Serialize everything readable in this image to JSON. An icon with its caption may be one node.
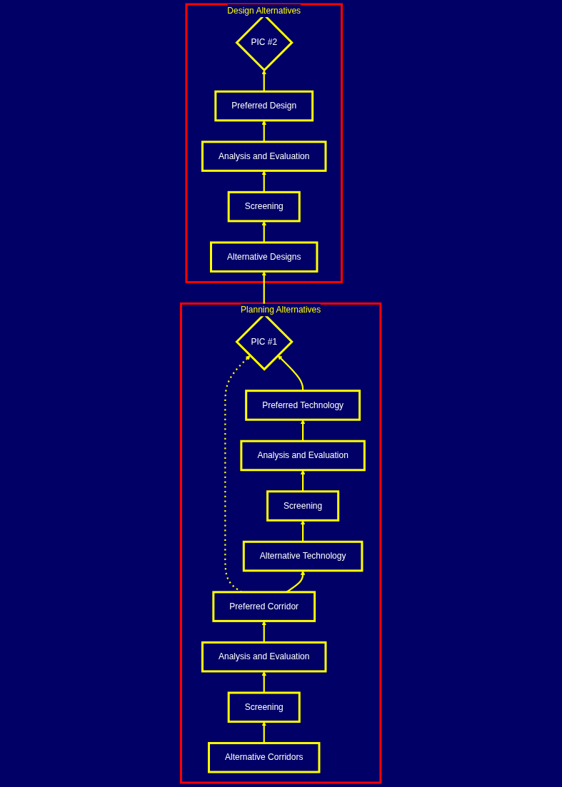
{
  "diagram": {
    "nodes": [
      {
        "text": [
          "Planning Alternatives"
        ]
      },
      {
        "text": [
          "Alternative Corridors"
        ],
        "in": 0
      },
      {
        "text": [
          "Screening"
        ],
        "in": 0
      },
      {
        "text": [
          "Analysis and Evaluation"
        ],
        "in": 0
      },
      {
        "text": [
          "Preferred Corridor"
        ],
        "in": 0
      },
      {
        "text": [
          "Alternative Technology"
        ],
        "in": 0
      },
      {
        "text": [
          "Screening"
        ],
        "in": 0
      },
      {
        "text": [
          "Analysis and Evaluation"
        ],
        "in": 0
      },
      {
        "text": [
          "Preferred Technology"
        ],
        "in": 0
      },
      {
        "text": [
          "PIC #1"
        ],
        "in": 0
      },
      {
        "text": [
          "Design Alternatives"
        ]
      },
      {
        "text": [
          "Alternative Designs"
        ],
        "in": 10
      },
      {
        "text": [
          "Screening"
        ],
        "in": 10
      },
      {
        "text": [
          "Analysis and Evaluation"
        ],
        "in": 10
      },
      {
        "text": [
          "Preferred Design"
        ],
        "in": 10
      },
      {
        "text": [
          "PIC #2"
        ],
        "in": 10
      }
    ],
    "edges": [
      {
        "from": 1,
        "to": 2,
        "arrow": "to"
      },
      {
        "from": 2,
        "to": 3,
        "arrow": "to"
      },
      {
        "from": 3,
        "to": 4,
        "arrow": "to"
      },
      {
        "from": 4,
        "to": 5,
        "arrow": "to"
      },
      {
        "from": 4,
        "to": 9,
        "arrow": "to",
        "style": "dashed"
      },
      {
        "from": 5,
        "to": 6,
        "arrow": "to"
      },
      {
        "from": 6,
        "to": 7,
        "arrow": "to"
      },
      {
        "from": 7,
        "to": 8,
        "arrow": "to"
      },
      {
        "from": 8,
        "to": 9,
        "arrow": "to"
      },
      {
        "from": 9,
        "to": 11,
        "arrow": "to"
      },
      {
        "from": 11,
        "to": 12,
        "arrow": "to"
      },
      {
        "from": 12,
        "to": 13,
        "arrow": "to"
      },
      {
        "from": 13,
        "to": 14,
        "arrow": "to"
      },
      {
        "from": 14,
        "to": 15,
        "arrow": "to"
      }
    ]
  }
}
